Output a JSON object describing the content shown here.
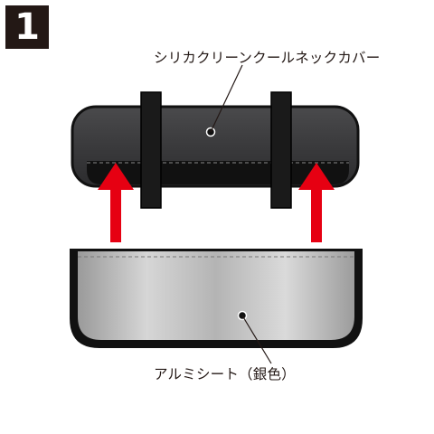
{
  "step": {
    "number": "1"
  },
  "labels": {
    "neck_cover": "シリカクリーンクールネックカバー",
    "aluminum_sheet": "アルミシート（銀色）"
  },
  "colors": {
    "badge_bg": "#231815",
    "cover_fill": "#3a3a3c",
    "strap_fill": "#1a1a1a",
    "arrow_red": "#e60012",
    "sheet_silver": "#bdbdbd",
    "outline": "#111111"
  },
  "icons": [
    "up-arrow-left",
    "up-arrow-right",
    "pointer-dot-top",
    "pointer-dot-bottom"
  ]
}
